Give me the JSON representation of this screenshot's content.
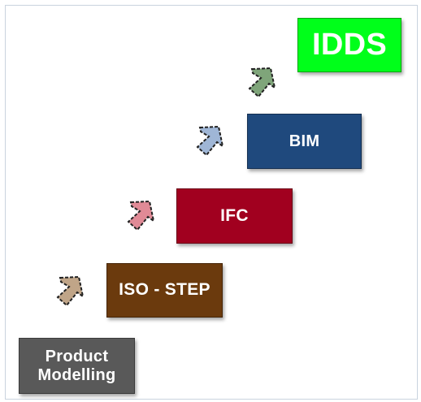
{
  "diagram": {
    "steps": [
      {
        "id": "product-modelling",
        "lines": [
          "Product",
          "Modelling"
        ],
        "color": "#595959"
      },
      {
        "id": "iso-step",
        "lines": [
          "ISO - STEP"
        ],
        "color": "#6b3a0d"
      },
      {
        "id": "ifc",
        "lines": [
          "IFC"
        ],
        "color": "#a1001f"
      },
      {
        "id": "bim",
        "lines": [
          "BIM"
        ],
        "color": "#1f497d"
      },
      {
        "id": "idds",
        "lines": [
          "IDDS"
        ],
        "color": "#00ff1a"
      }
    ],
    "arrows": [
      {
        "id": "arrow-1",
        "color": "#c0a588"
      },
      {
        "id": "arrow-2",
        "color": "#e08a96"
      },
      {
        "id": "arrow-3",
        "color": "#9fb6d6"
      },
      {
        "id": "arrow-4",
        "color": "#7fa57a"
      }
    ]
  }
}
